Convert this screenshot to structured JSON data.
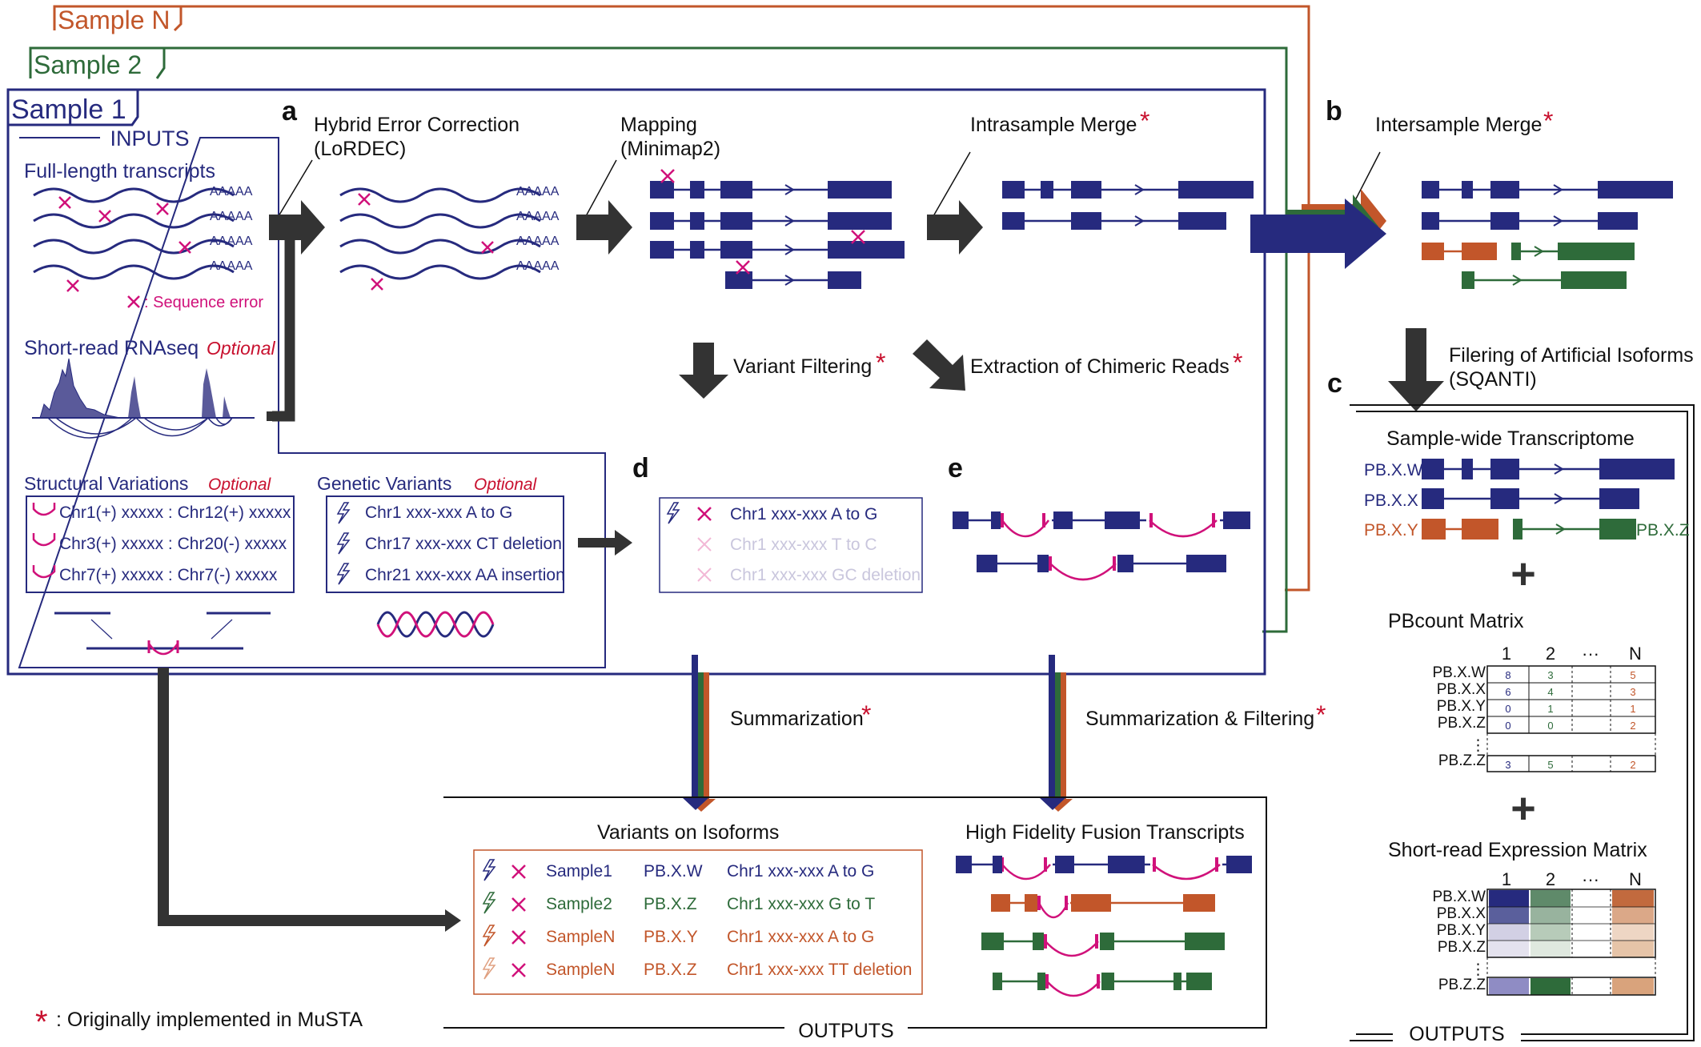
{
  "samples": {
    "sample_n": "Sample N",
    "sample_2": "Sample 2",
    "sample_1": "Sample 1"
  },
  "inputs": {
    "title": "INPUTS",
    "full_length": "Full-length transcripts",
    "polya": "AAAAA",
    "sequence_error": ": Sequence error",
    "short_read": "Short-read RNAseq",
    "optional": "Optional",
    "structural": "Structural Variations",
    "genetic": "Genetic Variants",
    "sv_rows": [
      "Chr1(+) xxxxx : Chr12(+) xxxxx",
      "Chr3(+) xxxxx : Chr20(-)  xxxxx",
      "Chr7(+) xxxxx : Chr7(-)    xxxxx"
    ],
    "gv_rows": [
      "Chr1    xxx-xxx A to G",
      "Chr17 xxx-xxx CT deletion",
      "Chr21 xxx-xxx AA insertion"
    ]
  },
  "steps": {
    "a": "a",
    "b": "b",
    "c": "c",
    "d": "d",
    "e": "e",
    "hybrid_1": "Hybrid Error Correction",
    "hybrid_2": "(LoRDEC)",
    "mapping_1": "Mapping",
    "mapping_2": "(Minimap2)",
    "intrasample": "Intrasample Merge",
    "intersample": "Intersample Merge",
    "variant_filtering": "Variant Filtering",
    "chimeric": "Extraction of Chimeric Reads",
    "filtering_1": "Filering of Artificial Isoforms",
    "filtering_2": "(SQANTI)",
    "summarization": "Summarization",
    "summ_filter": "Summarization & Filtering",
    "star": "*"
  },
  "variants_d": [
    "Chr1 xxx-xxx  A to G",
    "Chr1 xxx-xxx  T to C",
    "Chr1 xxx-xxx  GC deletion"
  ],
  "panel_c": {
    "transcriptome": "Sample-wide Transcriptome",
    "pb_labels": [
      "PB.X.W",
      "PB.X.X",
      "PB.X.Y",
      "PB.X.Z"
    ],
    "pbcount": "PBcount Matrix",
    "shortread_matrix": "Short-read Expression Matrix",
    "cols": [
      "1",
      "2",
      "···",
      "N"
    ],
    "rows": [
      "PB.X.W",
      "PB.X.X",
      "PB.X.Y",
      "PB.X.Z",
      "⋮",
      "PB.Z.Z"
    ],
    "counts": [
      [
        "8",
        "3",
        "5"
      ],
      [
        "6",
        "4",
        "3"
      ],
      [
        "0",
        "1",
        "1"
      ],
      [
        "0",
        "0",
        "2"
      ],
      [
        "",
        "",
        ""
      ],
      [
        "3",
        "5",
        "2"
      ]
    ],
    "plus": "+",
    "outputs": "OUTPUTS"
  },
  "outputs": {
    "title": "OUTPUTS",
    "variants_on_isoforms": "Variants on Isoforms",
    "fusion": "High Fidelity Fusion Transcripts",
    "table": [
      {
        "sample": "Sample1",
        "pb": "PB.X.W",
        "variant": "Chr1 xxx-xxx  A to G"
      },
      {
        "sample": "Sample2",
        "pb": "PB.X.Z",
        "variant": "Chr1 xxx-xxx  G to T"
      },
      {
        "sample": "SampleN",
        "pb": "PB.X.Y",
        "variant": "Chr1 xxx-xxx  A to G"
      },
      {
        "sample": "SampleN",
        "pb": "PB.X.Z",
        "variant": "Chr1 xxx-xxx  TT deletion"
      }
    ]
  },
  "footnote": ": Originally implemented in MuSTA",
  "colors": {
    "navy": "#262a7e",
    "magenta": "#d0117a",
    "red": "#c8102e",
    "green": "#2e6b3a",
    "orange": "#c2562a",
    "arrow": "#333333"
  }
}
